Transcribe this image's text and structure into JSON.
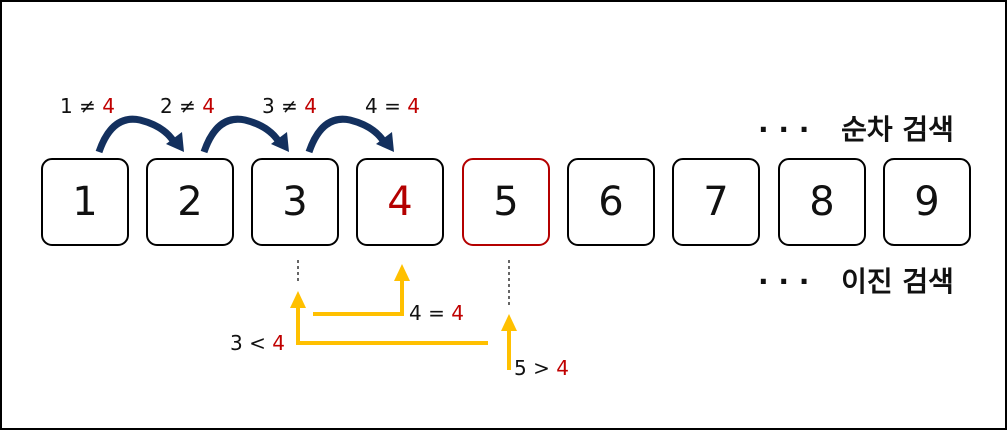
{
  "cells": [
    "1",
    "2",
    "3",
    "4",
    "5",
    "6",
    "7",
    "8",
    "9"
  ],
  "found_index": 3,
  "probe_index": 4,
  "sequential": {
    "legend_dots": "· · ·",
    "legend": "순차 검색",
    "steps": [
      {
        "left": "1 ≠ ",
        "target": "4"
      },
      {
        "left": "2 ≠ ",
        "target": "4"
      },
      {
        "left": "3 ≠ ",
        "target": "4"
      },
      {
        "left": "4 = ",
        "target": "4"
      }
    ]
  },
  "binary": {
    "legend_dots": "· · ·",
    "legend": "이진 검색",
    "steps": [
      {
        "left": "5 > ",
        "target": "4"
      },
      {
        "left": "3 < ",
        "target": "4"
      },
      {
        "left": "4 = ",
        "target": "4"
      }
    ]
  },
  "colors": {
    "arc": "#13305e",
    "binary_path": "#ffc000",
    "target": "#c00000",
    "box_border": "#000000",
    "probe_border": "#b40000"
  }
}
